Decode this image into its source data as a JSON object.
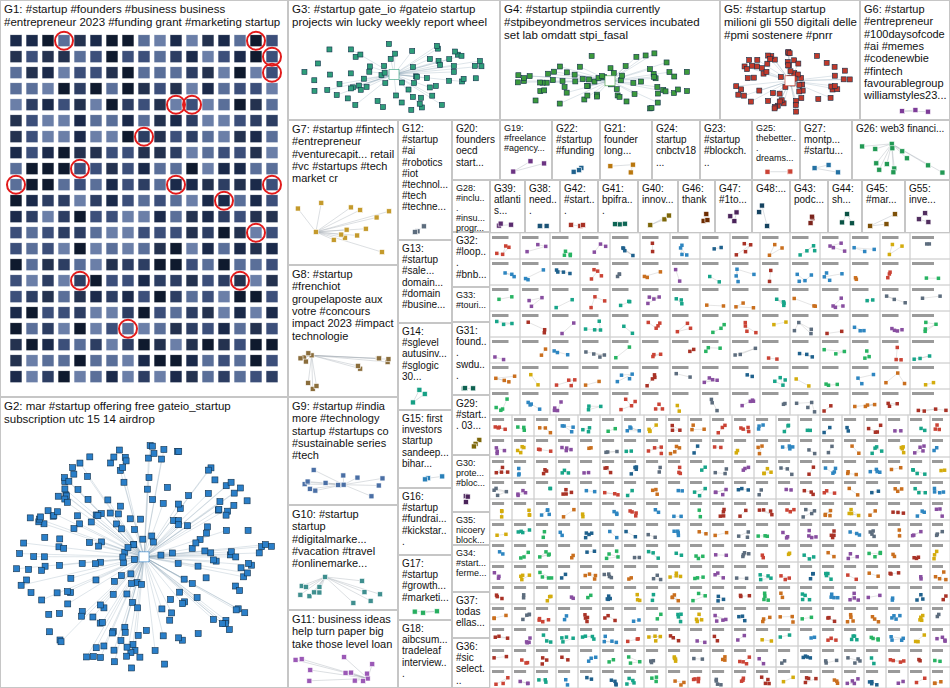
{
  "diagram": {
    "nodes": [
      {
        "text": [
          "G1: #startup #founders #business business #entrepreneur 2023 #funding grant #marketing startup"
        ]
      },
      {
        "text": [
          "G2: mar #startup offering free gateio_startup subscription utc 15 14 airdrop"
        ]
      },
      {
        "text": [
          "G3: #startup gate_io #gateio startup projects win lucky weekly report wheel"
        ]
      },
      {
        "text": [
          "G4: #startup stpiindia currently #stpibeyondmetros services incubated set lab omdatt stpi_fasal"
        ]
      },
      {
        "text": [
          "G5: #startup startup milioni gli 550 digitali delle #pmi sostenere #pnrr"
        ]
      },
      {
        "text": [
          "G6: #startup #entrepreneur #100daysofcode #ai #memes #codenewbie #fintech favourablegroup williamstyles23..."
        ]
      },
      {
        "text": [
          "G7: #startup #fintech #entrepreneur #venturecapit... retail #vc #startups #tech market cr"
        ]
      },
      {
        "text": [
          "G8: #startup #frenchiot groupelaposte aux votre #concours impact 2023 #impact technologie"
        ]
      },
      {
        "text": [
          "G9: #startup #india more #technology startup #startups co #sustainable series #tech"
        ]
      },
      {
        "text": [
          "G10: #startup startup #digitalmarke... #vacation #travel #onlinemarke..."
        ]
      },
      {
        "text": [
          "G11: business ideas help turn paper big take those level loan"
        ]
      },
      {
        "text": [
          "G12: #startup #ai #robotics #iot #technol... #tech #techne..."
        ]
      },
      {
        "text": [
          "G13: #startup #sale... domain... #domain #busine..."
        ]
      },
      {
        "text": [
          "G14: #sglevel autusinv... #sglogic 30..."
        ]
      },
      {
        "text": [
          "G15: first investors startup sandeep... bihar..."
        ]
      },
      {
        "text": [
          "G16: #startup #fundrai... #kickstar..."
        ]
      },
      {
        "text": [
          "G17: #startup #growth... #marketi..."
        ]
      },
      {
        "text": [
          "G18: aibcsum... tradeleaf interview..."
        ]
      },
      {
        "text": [
          "G20: founders oecd start..."
        ]
      },
      {
        "text": [
          "G19: #freelance #agency..."
        ]
      },
      {
        "text": [
          "G22: #startup #funding"
        ]
      },
      {
        "text": [
          "G21: founder long..."
        ]
      },
      {
        "text": [
          "G24: startup cnbctv18..."
        ]
      },
      {
        "text": [
          "G23: #startup #blockch..."
        ]
      },
      {
        "text": [
          "G25: thebetter... dreams..."
        ]
      },
      {
        "text": [
          "G27: montp... #startu..."
        ]
      },
      {
        "text": [
          "G26: web3 financi..."
        ]
      },
      {
        "text": [
          "G28: #inclu... #insu... progr..."
        ]
      },
      {
        "text": [
          "G39: atlantis..."
        ]
      },
      {
        "text": [
          "G38: need..."
        ]
      },
      {
        "text": [
          "G42: #start..."
        ]
      },
      {
        "text": [
          "G41: bpifra..."
        ]
      },
      {
        "text": [
          "G40: innov..."
        ]
      },
      {
        "text": [
          "G46: thank"
        ]
      },
      {
        "text": [
          "G47: #1to..."
        ]
      },
      {
        "text": [
          "G48:..."
        ]
      },
      {
        "text": [
          "G43: podc..."
        ]
      },
      {
        "text": [
          "G44: sh..."
        ]
      },
      {
        "text": [
          "G45: #mar..."
        ]
      },
      {
        "text": [
          "G55: inve..."
        ]
      },
      {
        "text": [
          "G32: #loop... #bnb..."
        ]
      },
      {
        "text": [
          "G33: #touri..."
        ]
      },
      {
        "text": [
          "G31: found... swdu..."
        ]
      },
      {
        "text": [
          "G29: #start... 03..."
        ]
      },
      {
        "text": [
          "G30: prote... #bloc..."
        ]
      },
      {
        "text": [
          "G35: nicoery block..."
        ]
      },
      {
        "text": [
          "G34: #start... ferme..."
        ]
      },
      {
        "text": [
          "G37: todas ellas..."
        ]
      },
      {
        "text": [
          "G36: #sic select..."
        ]
      }
    ]
  }
}
